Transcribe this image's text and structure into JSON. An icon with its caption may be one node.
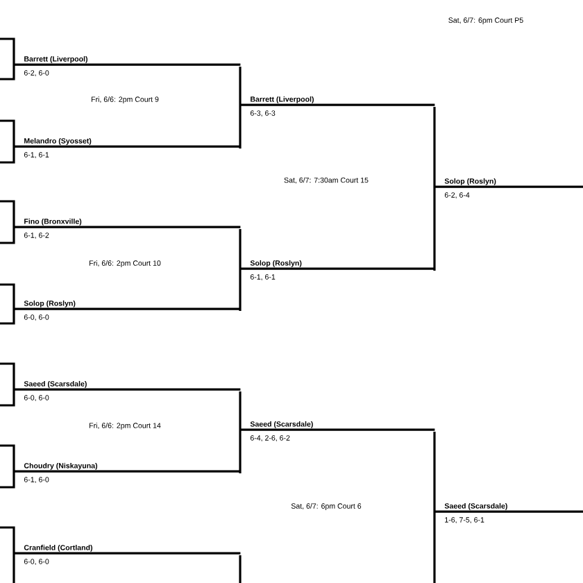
{
  "diagram": {
    "nodes": [
      {
        "text": [
          "Barrett (Liverpool)",
          "6-2, 6-0"
        ]
      },
      {
        "text": [
          "Melandro (Syosset)",
          "6-1, 6-1"
        ]
      },
      {
        "text": [
          "Fino (Bronxville)",
          "6-1, 6-2"
        ]
      },
      {
        "text": [
          "Solop (Roslyn)",
          "6-0, 6-0"
        ]
      },
      {
        "text": [
          "Saeed (Scarsdale)",
          "6-0, 6-0"
        ]
      },
      {
        "text": [
          "Choudry (Niskayuna)",
          "6-1, 6-0"
        ]
      },
      {
        "text": [
          "Cranfield (Cortland)",
          "6-0, 6-0"
        ]
      },
      {
        "text": [
          "Barrett (Liverpool)",
          "6-3, 6-3"
        ]
      },
      {
        "text": [
          "Solop (Roslyn)",
          "6-1, 6-1"
        ]
      },
      {
        "text": [
          "Saeed (Scarsdale)",
          "6-4, 2-6, 6-2"
        ]
      },
      {
        "text": [
          "Solop (Roslyn)",
          "6-2, 6-4"
        ]
      },
      {
        "text": [
          "Saeed (Scarsdale)",
          "1-6, 7-5, 6-1"
        ]
      }
    ],
    "edges": [
      {
        "from": null,
        "to": 0,
        "arrow": "none"
      },
      {
        "from": null,
        "to": 1,
        "arrow": "none"
      },
      {
        "from": null,
        "to": 2,
        "arrow": "none"
      },
      {
        "from": null,
        "to": 3,
        "arrow": "none"
      },
      {
        "from": null,
        "to": 4,
        "arrow": "none"
      },
      {
        "from": null,
        "to": 5,
        "arrow": "none"
      },
      {
        "from": null,
        "to": 6,
        "arrow": "none"
      },
      {
        "from": 0,
        "to": 7,
        "arrow": "none"
      },
      {
        "from": 1,
        "to": 7,
        "arrow": "none"
      },
      {
        "from": 2,
        "to": 8,
        "arrow": "none"
      },
      {
        "from": 3,
        "to": 8,
        "arrow": "none"
      },
      {
        "from": 4,
        "to": 9,
        "arrow": "none"
      },
      {
        "from": 5,
        "to": 9,
        "arrow": "none"
      },
      {
        "from": 6,
        "to": null,
        "arrow": "none"
      },
      {
        "from": 7,
        "to": 10,
        "arrow": "none"
      },
      {
        "from": 8,
        "to": 10,
        "arrow": "none"
      },
      {
        "from": 9,
        "to": 11,
        "arrow": "none"
      },
      {
        "from": null,
        "to": 11,
        "arrow": "none"
      }
    ],
    "labels": [
      "Sat, 6/7: 6pm Court P5",
      "Fri, 6/6: 2pm Court 9",
      "Sat, 6/7: 7:30am Court 15",
      "Fri, 6/6: 2pm Court 10",
      "Fri, 6/6: 2pm Court 14",
      "Sat, 6/7: 6pm Court 6"
    ]
  }
}
